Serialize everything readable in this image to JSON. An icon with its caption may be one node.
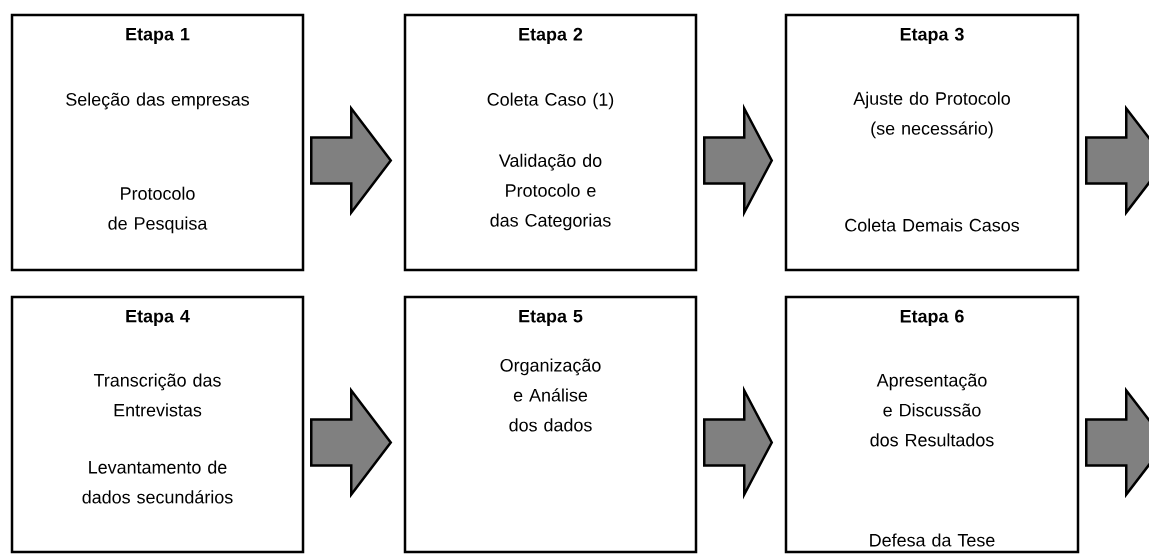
{
  "diagram": {
    "nodes": [
      {
        "text": [
          "Etapa 1",
          "Seleção das empresas",
          "Protocolo de Pesquisa"
        ]
      },
      {
        "text": [
          "Etapa 2",
          "Coleta Caso (1)",
          "Validação do Protocolo e das Categorias"
        ]
      },
      {
        "text": [
          "Etapa 3",
          "Ajuste do Protocolo (se necessário)",
          "Coleta Demais Casos"
        ]
      },
      {
        "text": [
          "Etapa 4",
          "Transcrição das Entrevistas",
          "Levantamento de dados secundários"
        ]
      },
      {
        "text": [
          "Etapa 5",
          "Organização e Análise dos dados"
        ]
      },
      {
        "text": [
          "Etapa 6",
          "Apresentação e Discussão dos Resultados",
          "Defesa da Tese"
        ]
      }
    ],
    "edges": [
      {
        "from": 0,
        "to": 1,
        "arrow": "to"
      },
      {
        "from": 1,
        "to": 2,
        "arrow": "to"
      },
      {
        "from": 2,
        "to": null,
        "arrow": "to"
      },
      {
        "from": 3,
        "to": 4,
        "arrow": "to"
      },
      {
        "from": 4,
        "to": 5,
        "arrow": "to"
      },
      {
        "from": 5,
        "to": null,
        "arrow": "to"
      }
    ]
  }
}
